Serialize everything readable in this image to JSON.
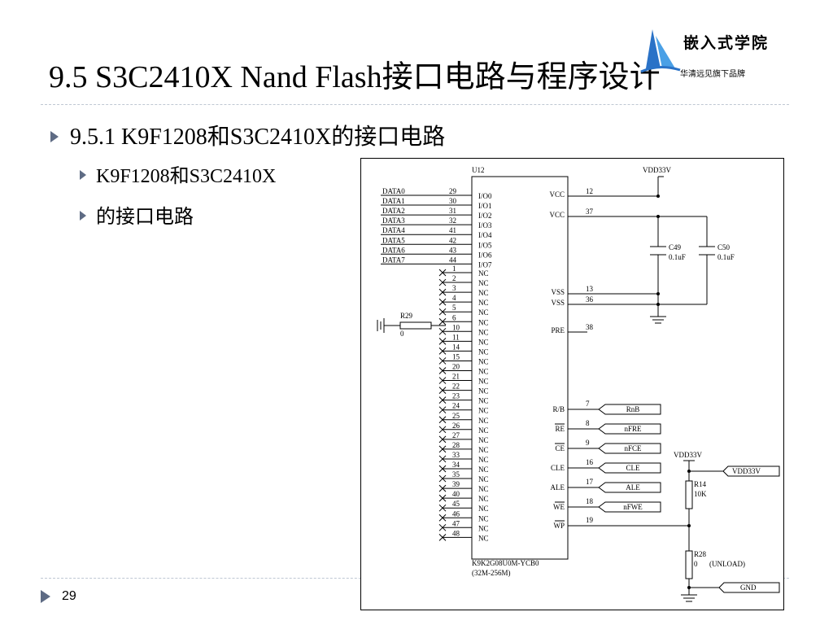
{
  "slide": {
    "title": "9.5 S3C2410X Nand Flash接口电路与程序设计",
    "logo": {
      "name": "嵌入式学院",
      "tagline": "华清远见旗下品牌"
    },
    "bullet_main": "9.5.1 K9F1208和S3C2410X的接口电路",
    "bullet_sub_1": "K9F1208和S3C2410X",
    "bullet_sub_2": "的接口电路",
    "page_number": "29"
  },
  "schematic": {
    "ref": "U12",
    "supply_net": "VDD33V",
    "part_number": "K9K2G08U0M-YCB0",
    "part_size": "(32M-256M)",
    "data_nets": [
      "DATA0",
      "DATA1",
      "DATA2",
      "DATA3",
      "DATA4",
      "DATA5",
      "DATA6",
      "DATA7"
    ],
    "data_pins": [
      "29",
      "30",
      "31",
      "32",
      "41",
      "42",
      "43",
      "44"
    ],
    "io_labels": [
      "I/O0",
      "I/O1",
      "I/O2",
      "I/O3",
      "I/O4",
      "I/O5",
      "I/O6",
      "I/O7"
    ],
    "nc_pins": [
      "1",
      "2",
      "3",
      "4",
      "5",
      "6",
      "10",
      "11",
      "14",
      "15",
      "20",
      "21",
      "22",
      "23",
      "24",
      "25",
      "26",
      "27",
      "28",
      "33",
      "34",
      "35",
      "39",
      "40",
      "45",
      "46",
      "47",
      "48"
    ],
    "nc_label": "NC",
    "right_pins": [
      {
        "label": "VCC",
        "pin": "12"
      },
      {
        "label": "VCC",
        "pin": "37"
      },
      {
        "label": "VSS",
        "pin": "13"
      },
      {
        "label": "VSS",
        "pin": "36"
      },
      {
        "label": "PRE",
        "pin": "38"
      }
    ],
    "ctrl_pins": [
      {
        "label": "R/B",
        "pin": "7",
        "net": "RnB"
      },
      {
        "label": "RE",
        "pin": "8",
        "net": "nFRE"
      },
      {
        "label": "CE",
        "pin": "9",
        "net": "nFCE"
      },
      {
        "label": "CLE",
        "pin": "16",
        "net": "CLE"
      },
      {
        "label": "ALE",
        "pin": "17",
        "net": "ALE"
      },
      {
        "label": "WE",
        "pin": "18",
        "net": "nFWE"
      },
      {
        "label": "WP",
        "pin": "19"
      }
    ],
    "cap1": {
      "ref": "C49",
      "value": "0.1uF"
    },
    "cap2": {
      "ref": "C50",
      "value": "0.1uF"
    },
    "r29": {
      "ref": "R29",
      "value": "0"
    },
    "r14": {
      "ref": "R14",
      "value": "10K"
    },
    "r28": {
      "ref": "R28",
      "value": "0",
      "note": "(UNLOAD)"
    },
    "vdd_port": "VDD33V",
    "gnd_port": "GND"
  }
}
